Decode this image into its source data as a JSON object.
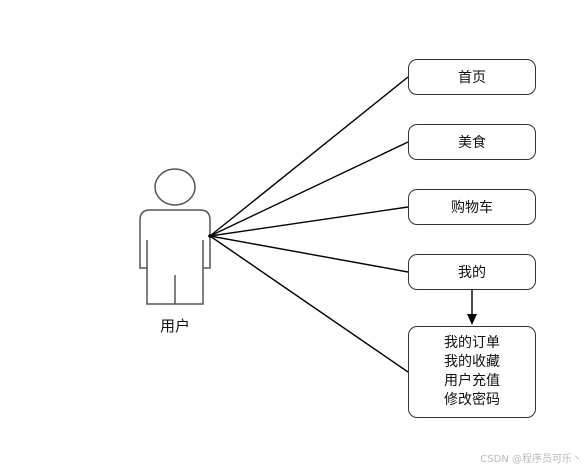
{
  "actor": {
    "label": "用户"
  },
  "nodes": {
    "home": "首页",
    "food": "美食",
    "cart": "购物车",
    "mine": "我的",
    "mine_sub": [
      "我的订单",
      "我的收藏",
      "用户充值",
      "修改密码"
    ]
  },
  "watermark": "CSDN @程序员可乐丶",
  "colors": {
    "stroke": "#000000",
    "actor_stroke": "#555555",
    "box_border": "#333333",
    "watermark": "#b8b8b8"
  }
}
